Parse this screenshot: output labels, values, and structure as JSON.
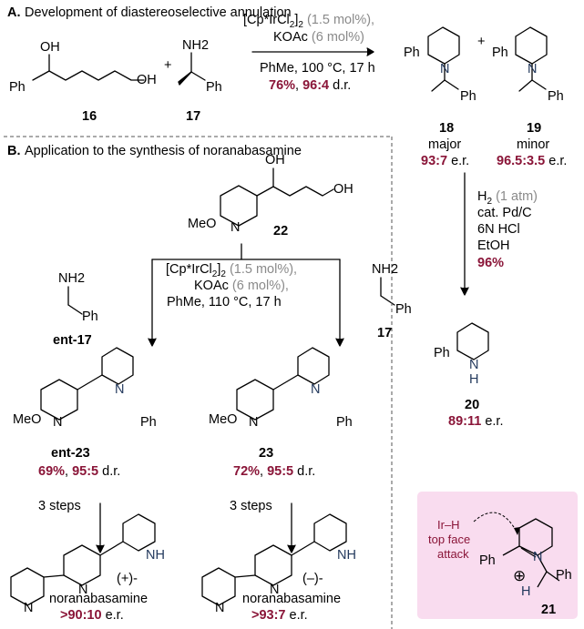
{
  "section_a": {
    "heading_letter": "A.",
    "heading_text": "Development of diastereoselective annulation",
    "diol_oh1": "OH",
    "diol_ph": "Ph",
    "diol_oh2": "OH",
    "plus": "+",
    "amine_nh2": "NH2",
    "amine_ph": "Ph",
    "label_16": "16",
    "label_17": "17",
    "catalyst_part1": "[Cp*IrCl",
    "catalyst_sub": "2",
    "catalyst_part2": "]",
    "catalyst_sub2": "2",
    "catalyst_loading": "(1.5 mol%),",
    "base": "KOAc",
    "base_loading": "(6 mol%)",
    "conditions": "PhMe, 100 °C, 17 h",
    "yield": "76%",
    "dr_value": "96:4",
    "dr_unit": "d.r.",
    "prod18_ph": "Ph",
    "prod18_n": "N",
    "prod18_ph2": "Ph",
    "plus2": "+",
    "prod19_ph": "Ph",
    "prod19_n": "N",
    "prod19_ph2": "Ph",
    "label_18": "18",
    "label_19": "19",
    "major": "major",
    "minor": "minor",
    "er18_value": "93:7",
    "er19_value": "96.5:3.5",
    "er_unit": "e.r."
  },
  "hydrogenation": {
    "h2": "H",
    "h2_sub": "2",
    "h2_pressure": "(1 atm)",
    "cat": "cat. Pd/C",
    "acid": "6N HCl",
    "solvent": "EtOH",
    "yield": "96%",
    "prod_ph": "Ph",
    "prod_n": "N",
    "prod_h": "H",
    "label_20": "20",
    "er_value": "89:11",
    "er_unit": "e.r."
  },
  "section_b": {
    "heading_letter": "B.",
    "heading_text": "Application to the synthesis of noranabasamine",
    "sub22_oh1": "OH",
    "sub22_oh2": "OH",
    "sub22_meo": "MeO",
    "sub22_n": "N",
    "label_22": "22",
    "entamine_nh2": "NH2",
    "entamine_ph": "Ph",
    "label_ent17": "ent-17",
    "amine17_nh2": "NH2",
    "amine17_ph": "Ph",
    "label_17": "17",
    "catalyst_part1": "[Cp*IrCl",
    "catalyst_sub": "2",
    "catalyst_part2": "]",
    "catalyst_sub2": "2",
    "catalyst_loading": "(1.5 mol%),",
    "base": "KOAc",
    "base_loading": "(6 mol%),",
    "conditions": "PhMe, 110 °C, 17 h",
    "left_meo": "MeO",
    "left_npy": "N",
    "left_n": "N",
    "left_ph": "Ph",
    "label_ent23": "ent-23",
    "left_yield": "69%",
    "left_dr": "95:5",
    "left_dr_unit": "d.r.",
    "right_meo": "MeO",
    "right_npy": "N",
    "right_n": "N",
    "right_ph": "Ph",
    "label_23": "23",
    "right_yield": "72%",
    "right_dr": "95:5",
    "right_dr_unit": "d.r.",
    "steps_left": "3 steps",
    "steps_right": "3 steps",
    "left_prod_n1": "N",
    "left_prod_n2": "N",
    "left_prod_nh": "NH",
    "left_prod_sign": "(+)-",
    "left_prod_name": "noranabasamine",
    "left_prod_er": ">90:10",
    "right_prod_n1": "N",
    "right_prod_n2": "N",
    "right_prod_nh": "NH",
    "right_prod_sign": "(–)-",
    "right_prod_name": "noranabasamine",
    "right_prod_er": ">93:7",
    "er_unit": "e.r."
  },
  "mechanism": {
    "ir_h": "Ir–H",
    "top_face": "top face",
    "attack": "attack",
    "ph": "Ph",
    "n": "N",
    "plus": "⊕",
    "ph2": "Ph",
    "h": "H",
    "label_21": "21"
  },
  "colors": {
    "highlight_red": "#8a1538",
    "reagent_grey": "#8a8a8a",
    "stereo_blue": "#23395d",
    "mechanism_bg": "#f9dcef"
  }
}
